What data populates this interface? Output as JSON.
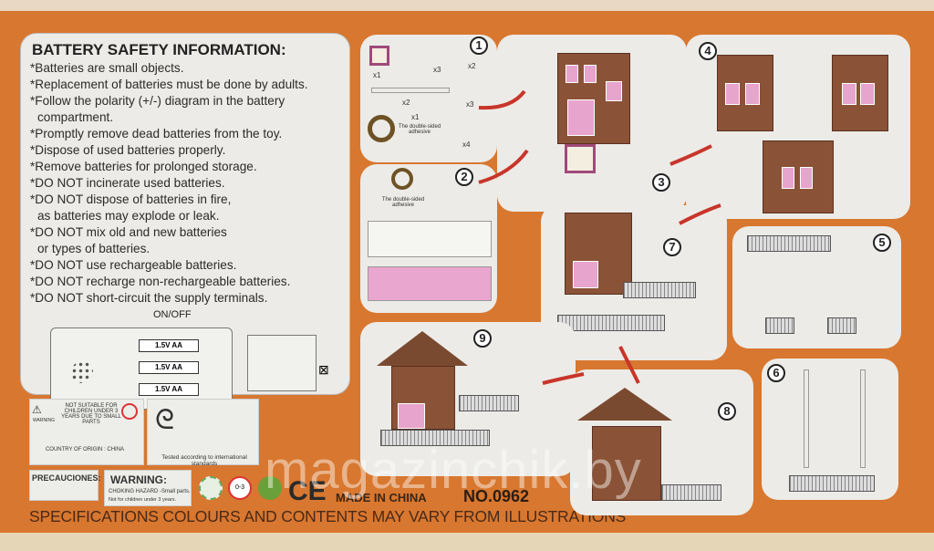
{
  "safety": {
    "title": "BATTERY SAFETY INFORMATION:",
    "lines": [
      "*Batteries are small objects.",
      "*Replacement of batteries must be done by adults.",
      "*Follow the polarity (+/-) diagram in the battery",
      "  compartment.",
      "*Promptly remove dead batteries from the toy.",
      "*Dispose of used batteries properly.",
      "*Remove batteries for prolonged storage.",
      "*DO NOT incinerate used batteries.",
      "*DO NOT dispose of batteries in fire,",
      "  as batteries may explode or leak.",
      "*DO NOT mix old and new batteries",
      "  or types of batteries.",
      "*DO NOT use rechargeable batteries.",
      "*DO NOT recharge non-rechargeable batteries.",
      "*DO NOT short-circuit the supply terminals."
    ],
    "on_off": "ON/OFF",
    "battery": "1.5V AA"
  },
  "labels": {
    "warning_small": "WARNING",
    "not_suitable": "NOT SUITABLE FOR CHILDREN UNDER 3 YEARS DUE TO SMALL PARTS",
    "origin": "COUNTRY OF ORIGIN : CHINA",
    "tested": "Tested according to international standards",
    "precauciones": "PRECAUCIONES:",
    "warning": "WARNING:",
    "choking": "CHOKING HAZARD -Small parts.",
    "not_for": "Not for children under 3 years.",
    "age": "0-3"
  },
  "footer": {
    "ce": "CE",
    "made_in": "MADE IN CHINA",
    "number": "NO.0962",
    "disclaimer": "SPECIFICATIONS COLOURS AND CONTENTS MAY VARY FROM ILLUSTRATIONS"
  },
  "watermark": "magazinchik.by",
  "steps": {
    "s1": "1",
    "s2": "2",
    "s3": "3",
    "s4": "4",
    "s5": "5",
    "s6": "6",
    "s7": "7",
    "s8": "8",
    "s9": "9",
    "x1": "x1",
    "x2": "x2",
    "x3": "x3",
    "x4": "x4",
    "adhesive": "The double-sided adhesive"
  }
}
